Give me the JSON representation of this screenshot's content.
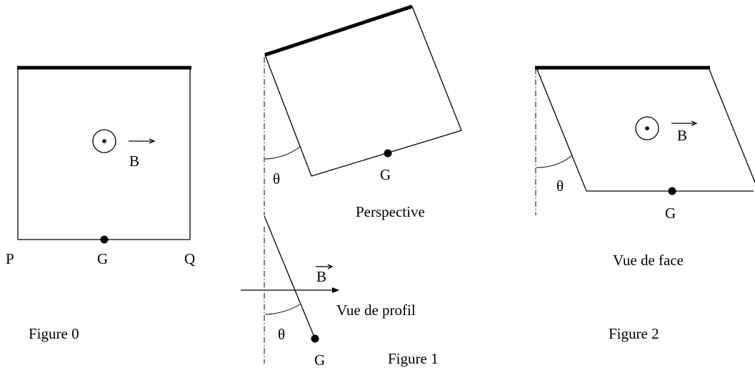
{
  "figure0": {
    "caption": "Figure 0",
    "label_p": "P",
    "label_g": "G",
    "label_q": "Q",
    "field_label": "B"
  },
  "figure1": {
    "caption": "Figure 1",
    "perspective": {
      "title": "Perspective",
      "theta": "θ",
      "label_g": "G"
    },
    "profile": {
      "title": "Vue de profil",
      "theta": "θ",
      "label_g": "G",
      "field_label": "B"
    }
  },
  "figure2": {
    "caption": "Figure 2",
    "title": "Vue de face",
    "theta": "θ",
    "label_g": "G",
    "field_label": "B"
  }
}
